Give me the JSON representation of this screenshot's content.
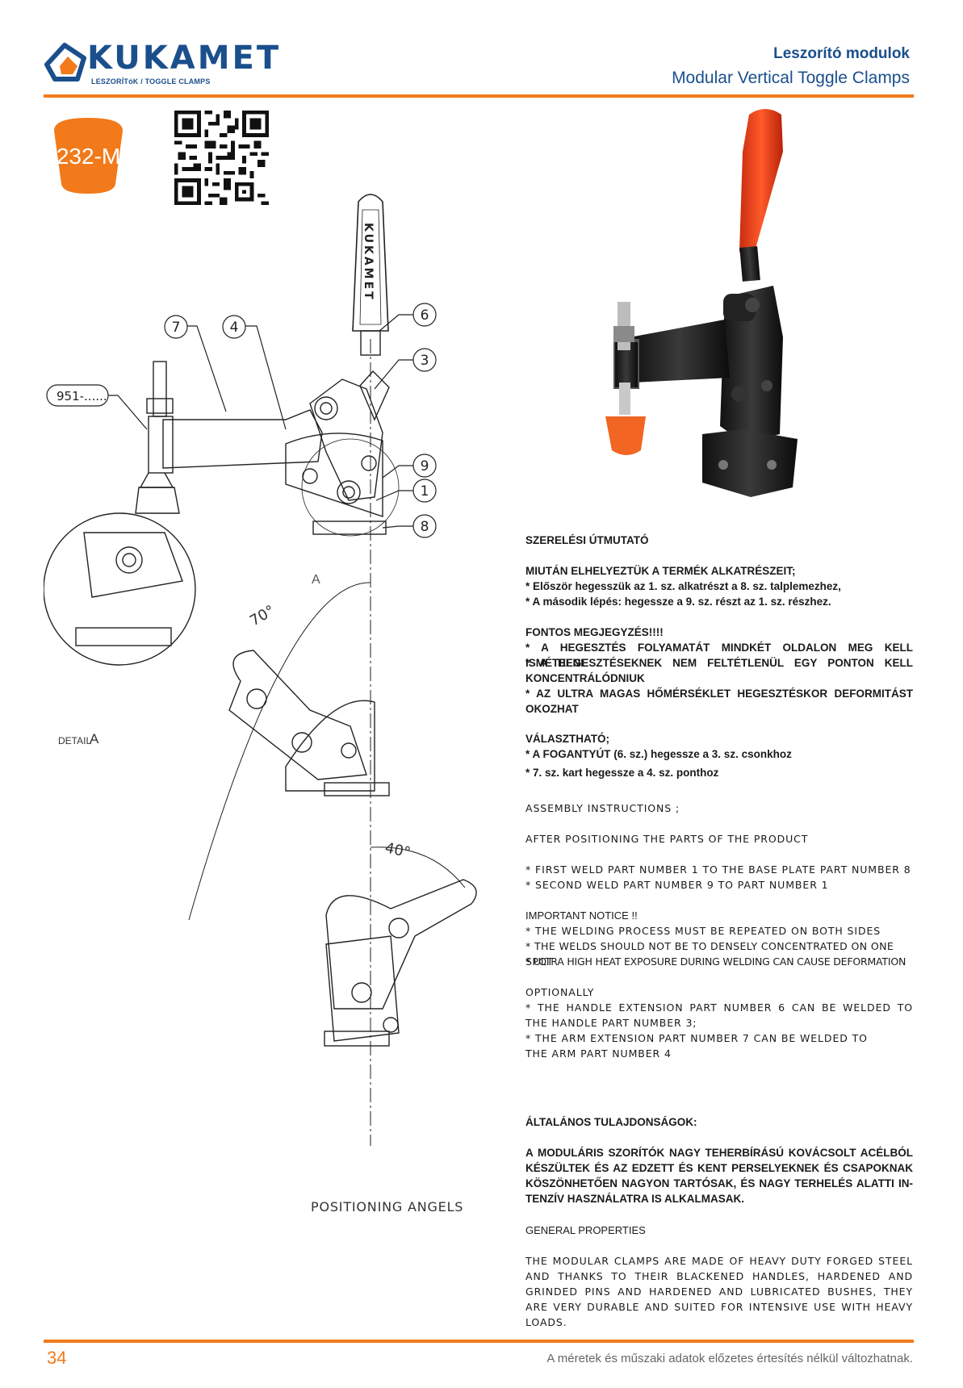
{
  "brand": {
    "name": "KUKAMET",
    "tagline": "LESZORÍTóK / TOGGLE CLAMPS",
    "color": "#1b4f8c",
    "accent": "#f27a1a"
  },
  "header": {
    "title_hu": "Leszorító modulok",
    "title_en": "Modular Vertical Toggle Clamps"
  },
  "model_badge": "232-M",
  "drawing": {
    "callouts": [
      "7",
      "4",
      "6",
      "3",
      "9",
      "1",
      "8"
    ],
    "ref_label": "951-......",
    "section_mark": "A",
    "angle_1": "70°",
    "angle_2": "40°",
    "handle_text": "KUKAMET",
    "detail_label": "DETAIL",
    "detail_letter": "A",
    "caption": "POSITIONING ANGELS"
  },
  "instructions_hu": {
    "heading": "SZERELÉSI ÚTMUTATÓ",
    "intro": "MIUTÁN ELHELYEZTÜK A TERMÉK ALKATRÉSZEIT;",
    "steps": [
      "* Először hegesszük az 1. sz. alkatrészt a 8. sz. talplemezhez,",
      "* A második lépés: hegessze a 9. sz. részt az 1. sz. részhez."
    ],
    "notice_heading": "FONTOS MEGJEGYZÉS!!!!",
    "notices": [
      "* A HEGESZTÉS FOLYAMATÁT MINDKÉT OLDALON MEG KELL ISMÉTELNI",
      "* A HEGESZTÉSEKNEK NEM FELTÉTLENÜL EGY PONTON KELL KONCENTRÁLÓDNIUK",
      "* AZ ULTRA MAGAS HŐMÉRSÉKLET HEGESZTÉSKOR DEFORMITÁST OKOZHAT"
    ],
    "optional_heading": "VÁLASZTHATÓ;",
    "optionals": [
      "* A FOGANTYÚT (6. sz.) hegessze a 3. sz. csonkhoz",
      "* 7. sz. kart hegessze a 4. sz. ponthoz"
    ]
  },
  "instructions_en": {
    "heading": "ASSEMBLY INSTRUCTIONS ;",
    "intro": "AFTER POSITIONING THE PARTS OF THE PRODUCT",
    "steps": [
      "* FIRST WELD PART NUMBER 1 TO THE BASE PLATE PART NUMBER 8",
      "* SECOND WELD PART NUMBER 9 TO PART NUMBER 1"
    ],
    "notice_heading": "IMPORTANT NOTICE !!",
    "notices": [
      "* THE WELDING PROCESS MUST BE REPEATED ON BOTH SIDES",
      "* THE WELDS SHOULD NOT BE TO DENSELY CONCENTRATED ON ONE SPOT",
      "* ULTRA HIGH HEAT EXPOSURE DURING WELDING CAN CAUSE DEFORMATION"
    ],
    "optional_heading": "OPTIONALLY",
    "optionals": [
      "* THE HANDLE EXTENSION PART NUMBER 6 CAN BE WELDED TO THE HANDLE PART NUMBER 3;",
      "* THE ARM EXTENSION PART NUMBER 7 CAN BE WELDED TO THE ARM PART NUMBER 4"
    ]
  },
  "properties_hu": {
    "heading": "ÁLTALÁNOS TULAJDONSÁGOK:",
    "text": "A MODULÁRIS SZORÍTÓK NAGY TEHERBÍRÁSÚ KOVÁCSOLT ACÉLBÓL KÉSZÜLTEK ÉS AZ EDZETT ÉS KENT PERSELYEKNEK ÉS CSAPOKNAK KÖSZÖNHETŐEN NAGYON TARTÓSAK, ÉS NAGY TERHELÉS ALATTI IN-TENZÍV HASZNÁLATRA IS ALKALMASAK."
  },
  "properties_en": {
    "heading": "GENERAL PROPERTIES",
    "text": "THE MODULAR CLAMPS ARE MADE OF HEAVY DUTY FORGED STEEL AND THANKS TO THEIR BLACKENED HANDLES, HARDENED AND GRINDED PINS AND HARDENED AND LUBRICATED BUSHES, THEY ARE VERY DURABLE AND SUITED FOR INTENSIVE USE WITH HEAVY LOADS."
  },
  "footer": {
    "page": "34",
    "note": "A méretek és műszaki adatok előzetes értesítés nélkül változhatnak."
  }
}
